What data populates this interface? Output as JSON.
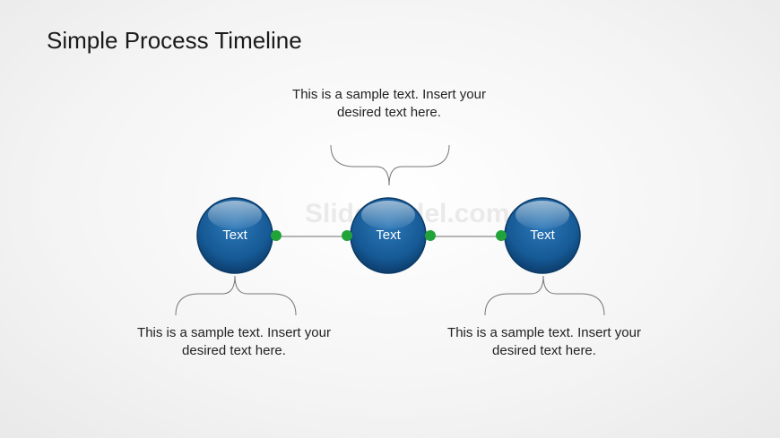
{
  "title": "Simple Process Timeline",
  "watermark": "SlideModel.com",
  "colors": {
    "node": "#165a96",
    "connector": "#22a33a",
    "line": "#8a8a8a"
  },
  "nodes": [
    {
      "label": "Text",
      "description": "This is a sample text. Insert your desired text here.",
      "position": "below"
    },
    {
      "label": "Text",
      "description": "This is a sample text. Insert your desired text here.",
      "position": "above"
    },
    {
      "label": "Text",
      "description": "This is a sample text. Insert your desired text here.",
      "position": "below"
    }
  ]
}
